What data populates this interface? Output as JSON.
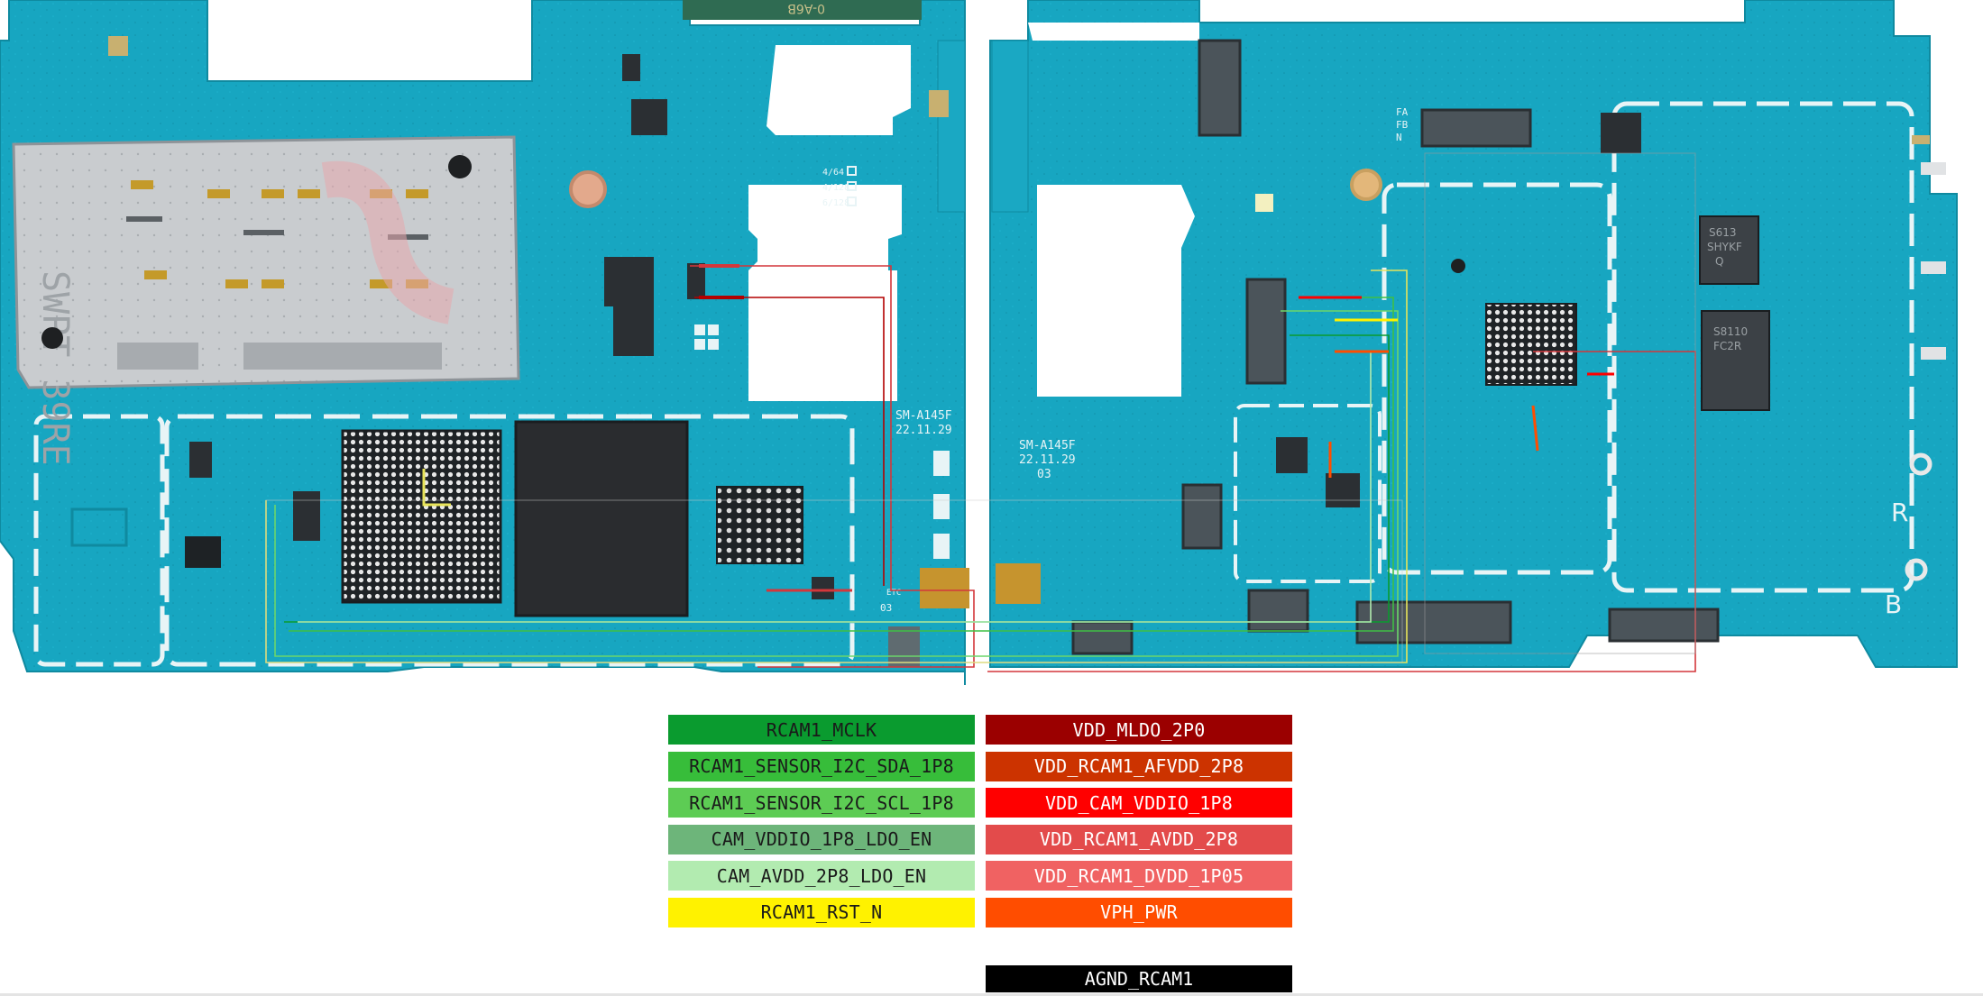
{
  "board": {
    "left_marks": [
      "SM-A145F",
      "22.11.29"
    ],
    "right_marks": [
      "SM-A145F",
      "22.11.29",
      "03"
    ],
    "sim_tray_text": "SWPT 39RE",
    "memory_marks": [
      "4/64",
      "4/128",
      "6/128"
    ],
    "connector_marks": [
      "FA",
      "FB",
      "N"
    ],
    "side_marks": [
      "R",
      "B"
    ],
    "etc_marks": [
      "ETC",
      "03"
    ],
    "top_text": "0-A6B",
    "ic_marks": [
      "S613",
      "SHYKF",
      "Q",
      "S8110",
      "FC2R"
    ],
    "colors": {
      "pcb": "#16a5c0",
      "pcb_dark": "#0e7f95",
      "silkscreen": "#e8f4f6",
      "bga": "#2a2a2a"
    }
  },
  "legend": {
    "left": [
      {
        "label": "RCAM1_MCLK",
        "bg": "#0a9b2f",
        "fg": "#1a1a1a"
      },
      {
        "label": "RCAM1_SENSOR_I2C_SDA_1P8",
        "bg": "#37bd3a",
        "fg": "#1a1a1a"
      },
      {
        "label": "RCAM1_SENSOR_I2C_SCL_1P8",
        "bg": "#5dcc54",
        "fg": "#1a1a1a"
      },
      {
        "label": "CAM_VDDIO_1P8_LDO_EN",
        "bg": "#6db57a",
        "fg": "#1a1a1a"
      },
      {
        "label": "CAM_AVDD_2P8_LDO_EN",
        "bg": "#b2ebb0",
        "fg": "#1a1a1a"
      },
      {
        "label": "RCAM1_RST_N",
        "bg": "#fff200",
        "fg": "#1a1a1a"
      }
    ],
    "right": [
      {
        "label": "VDD_MLDO_2P0",
        "bg": "#9b0000",
        "fg": "#ffffff"
      },
      {
        "label": "VDD_RCAM1_AFVDD_2P8",
        "bg": "#cc3300",
        "fg": "#ffffff"
      },
      {
        "label": "VDD_CAM_VDDIO_1P8",
        "bg": "#ff0000",
        "fg": "#ffffff"
      },
      {
        "label": "VDD_RCAM1_AVDD_2P8",
        "bg": "#e34b4b",
        "fg": "#ffffff"
      },
      {
        "label": "VDD_RCAM1_DVDD_1P05",
        "bg": "#f06262",
        "fg": "#ffffff"
      },
      {
        "label": "VPH_PWR",
        "bg": "#ff4d00",
        "fg": "#ffffff"
      }
    ],
    "ground": {
      "label": "AGND_RCAM1",
      "bg": "#000000",
      "fg": "#ffffff"
    }
  }
}
